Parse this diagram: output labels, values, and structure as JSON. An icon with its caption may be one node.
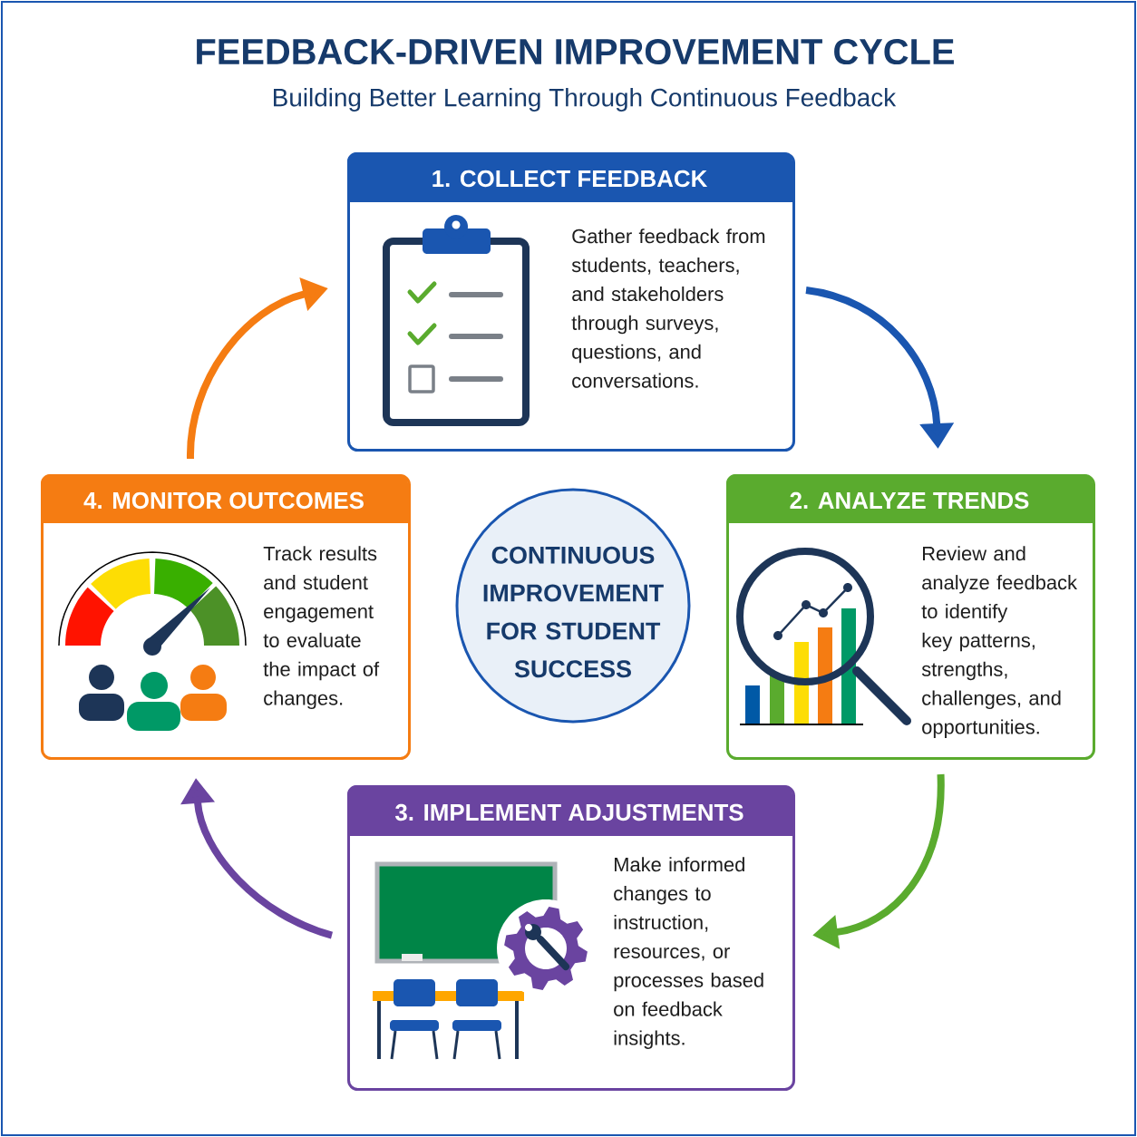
{
  "diagram": {
    "title": "FEEDBACK-DRIVEN IMPROVEMENT CYCLE",
    "nodes": [
      {
        "text": [
          "1. COLLECT FEEDBACK",
          "Gather feedback from students, teachers, and stakeholders through surveys, questions, and conversations."
        ]
      },
      {
        "text": [
          "4. MONITOR OUTCOMES",
          "Track results and student engagement to evaluate the impact of changes."
        ]
      },
      {
        "text": [
          "CONTINUOUS IMPROVEMENT FOR STUDENT SUCCESS"
        ]
      },
      {
        "text": [
          "2. ANALYZE TRENDS",
          "Review and analyze feedback to identify key patterns, strengths, challenges, and opportunities."
        ]
      },
      {
        "text": [
          "3. IMPLEMENT ADJUSTMENTS",
          "Make informed changes to instruction, resources, or processes based on feedback insights."
        ]
      }
    ],
    "edges": [
      {
        "from": 0,
        "to": 3,
        "arrow": "to",
        "color": "#1a56b0"
      },
      {
        "from": 3,
        "to": 4,
        "arrow": "to",
        "color": "#5aab2e"
      },
      {
        "from": 4,
        "to": 1,
        "arrow": "to",
        "color": "#6a44a0"
      },
      {
        "from": 1,
        "to": 0,
        "arrow": "to",
        "color": "#f57c12"
      }
    ],
    "labels": [
      "Building Better Learning Through Continuous Feedback"
    ]
  }
}
